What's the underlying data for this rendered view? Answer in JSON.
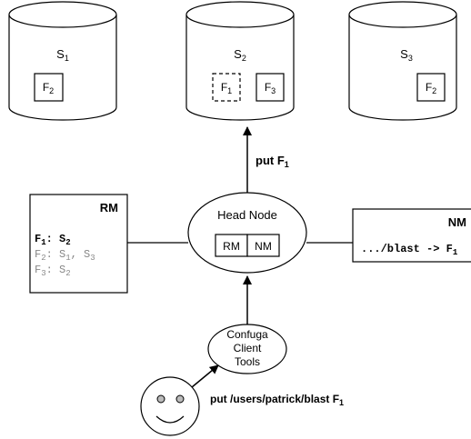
{
  "servers": [
    {
      "name": "S",
      "sub": "1",
      "files": [
        {
          "name": "F",
          "sub": "2",
          "dashed": false
        }
      ]
    },
    {
      "name": "S",
      "sub": "2",
      "files": [
        {
          "name": "F",
          "sub": "1",
          "dashed": true
        },
        {
          "name": "F",
          "sub": "3",
          "dashed": false
        }
      ]
    },
    {
      "name": "S",
      "sub": "3",
      "files": [
        {
          "name": "F",
          "sub": "2",
          "dashed": false
        }
      ]
    }
  ],
  "put_arrow": {
    "label": "put F",
    "sub": "1"
  },
  "head_node": {
    "title": "Head Node",
    "rm": "RM",
    "nm": "NM"
  },
  "rm_panel": {
    "title": "RM",
    "entries": [
      {
        "file": "F",
        "file_sub": "1",
        "servers": [
          {
            "name": "S",
            "sub": "2"
          }
        ],
        "color": "#000000",
        "bold": true
      },
      {
        "file": "F",
        "file_sub": "2",
        "servers": [
          {
            "name": "S",
            "sub": "1"
          },
          {
            "name": "S",
            "sub": "3"
          }
        ],
        "color": "#888888",
        "bold": false
      },
      {
        "file": "F",
        "file_sub": "3",
        "servers": [
          {
            "name": "S",
            "sub": "2"
          }
        ],
        "color": "#888888",
        "bold": false
      }
    ]
  },
  "nm_panel": {
    "title": "NM",
    "path": ".../blast -> ",
    "target": "F",
    "target_sub": "1"
  },
  "client": {
    "lines": [
      "Confuga",
      "Client",
      "Tools"
    ]
  },
  "user_command": {
    "text": "put /users/patrick/blast F",
    "sub": "1"
  }
}
